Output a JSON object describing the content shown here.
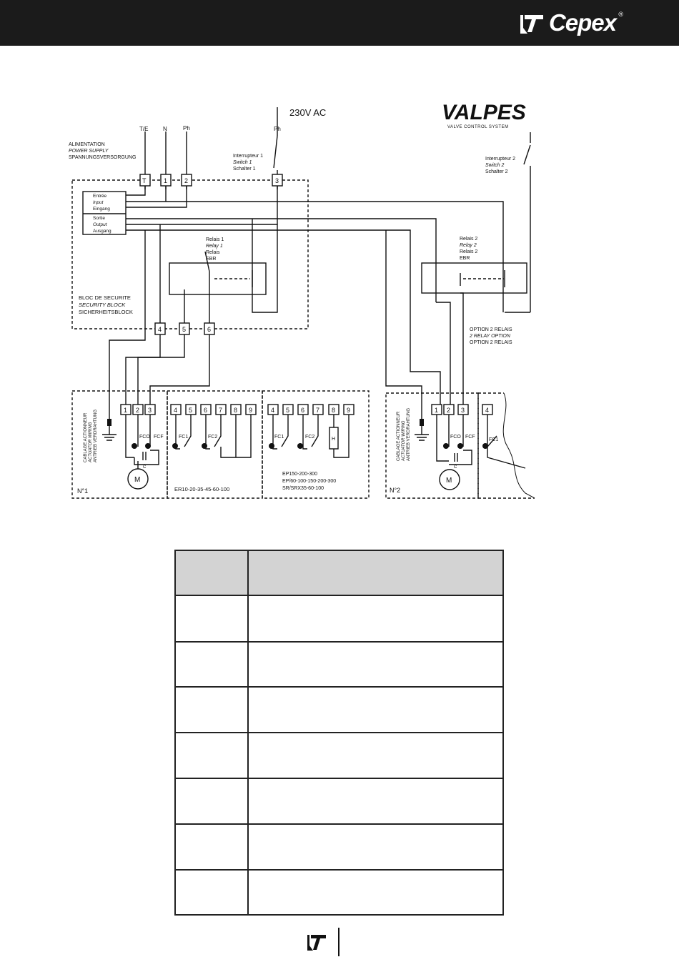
{
  "brand": {
    "name": "Cepex",
    "registered": "®"
  },
  "diagram": {
    "voltage": "230V AC",
    "valpes_logo": "VALPES",
    "valpes_tagline": "VALVE CONTROL SYSTEM",
    "supply_terminals": {
      "te": "T/E",
      "n": "N",
      "ph": "Ph",
      "ph_switch": "Ph"
    },
    "power_supply": [
      "ALIMENTATION",
      "POWER SUPPLY",
      "SPANNUNGSVERSORGUNG"
    ],
    "switch1": [
      "Interrupteur 1",
      "Switch 1",
      "Schalter 1"
    ],
    "switch2": [
      "Interrupteur 2",
      "Switch 2",
      "Schalter 2"
    ],
    "block_terminals": [
      "T",
      "1",
      "2",
      "3",
      "4",
      "5",
      "6"
    ],
    "input": [
      "Entrée",
      "Input",
      "Eingang"
    ],
    "output": [
      "Sortie",
      "Output",
      "Ausgang"
    ],
    "relay1": [
      "Relais 1",
      "Relay 1",
      "Relais",
      "EBR"
    ],
    "relay2": [
      "Relais 2",
      "Relay 2",
      "Relais 2",
      "EBR"
    ],
    "security_block": [
      "BLOC DE SECURITE",
      "SECURITY BLOCK",
      "SICHERHEITSBLOCK"
    ],
    "option2": [
      "OPTION 2 RELAIS",
      "2 RELAY OPTION",
      "OPTION 2 RELAIS"
    ],
    "actuator_wiring": [
      "CABLAGE ACTIONNEUR",
      "ACTUATOR WIRING",
      "ANTRIEB VERDRAHTUNG"
    ],
    "actuator1": {
      "terminals": [
        "1",
        "2",
        "3"
      ],
      "switch_labels": [
        "FCO",
        "FCF"
      ],
      "capacitor": "C",
      "motor": "M",
      "number": "N°1"
    },
    "er_group": {
      "terminals": [
        "4",
        "5",
        "6",
        "7",
        "8",
        "9"
      ],
      "switch_labels": [
        "FC1",
        "FC2"
      ],
      "models": "ER10-20-35-45-60-100"
    },
    "ep_group": {
      "terminals": [
        "4",
        "5",
        "6",
        "7",
        "8",
        "9"
      ],
      "switch_labels": [
        "FC1",
        "FC2"
      ],
      "heater": "H",
      "models": [
        "EP150-200-300",
        "EP/60-100-150-200-300",
        "SR/SRX35-60-100"
      ]
    },
    "actuator2": {
      "terminals": [
        "1",
        "2",
        "3"
      ],
      "extra_terminal": "4",
      "switch_labels": [
        "FCO",
        "FCF",
        "FC1"
      ],
      "capacitor": "C",
      "motor": "M",
      "number": "N°2"
    }
  },
  "table": {
    "header": [
      "",
      ""
    ],
    "rows": 7
  },
  "colors": {
    "header_bar": "#1b1b1b",
    "table_header": "#d3d3d3",
    "ink": "#111111"
  }
}
